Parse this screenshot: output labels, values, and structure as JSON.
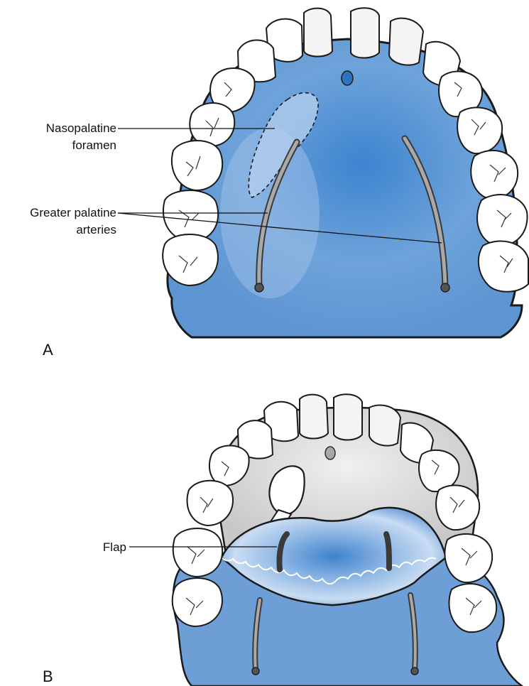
{
  "panels": {
    "a": {
      "letter": "A",
      "labels": {
        "nasopalatine": [
          "Nasopalatine",
          "foramen"
        ],
        "greater_palatine": [
          "Greater palatine",
          "arteries"
        ]
      }
    },
    "b": {
      "letter": "B",
      "labels": {
        "flap": "Flap"
      }
    }
  },
  "colors": {
    "palate_blue": "#6d9fd6",
    "palate_blue_dark": "#3f7fc8",
    "flap_highlight": "#b9d2ef",
    "exposed_bone": "#d6d6d6",
    "artery": "#8a8a8a",
    "outline": "#1a1a1a"
  },
  "icons": {
    "tooth": "tooth-icon",
    "artery": "artery-icon",
    "spatula": "elevator-instrument-icon"
  }
}
